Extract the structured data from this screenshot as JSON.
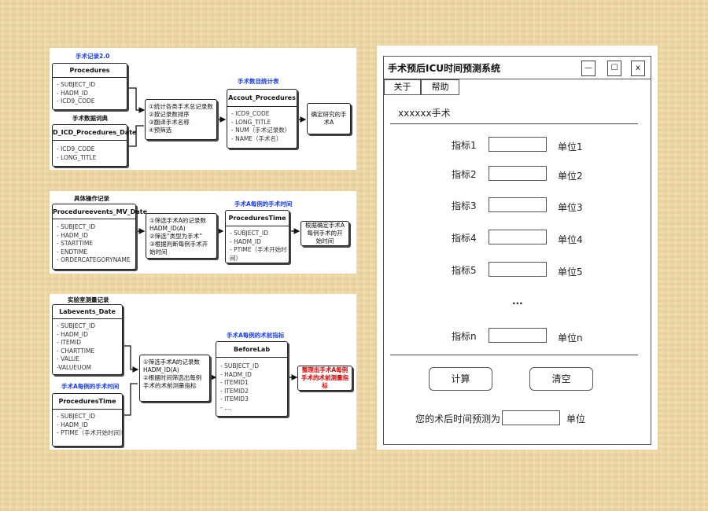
{
  "diagram1": {
    "title_label": "手术记录2.0",
    "procedures": {
      "title": "Procedures",
      "fields": [
        "- SUBJECT_ID",
        "- HADM_ID",
        "- ICD9_CODE"
      ]
    },
    "dict_label": "手术数据词典",
    "d_icd": {
      "title": "D_ICD_Procedures_Date",
      "fields": [
        "- ICD9_CODE",
        "- LONG_TITLE"
      ]
    },
    "steps": [
      "①统计各类手术总记录数",
      "②按记录数排序",
      "③翻译手术名称",
      "④预筛选"
    ],
    "stat_label": "手术数目统计表",
    "accout": {
      "title": "Accout_Procedures",
      "fields": [
        "- ICD9_CODE",
        "- LONG_TITLE",
        "- NUM（手术记录数）",
        "- NAME（手术名）"
      ]
    },
    "result": "确定研究的手术A"
  },
  "diagram2": {
    "title_label": "具体操作记录",
    "events": {
      "title": "Procedureevents_MV_Date",
      "fields": [
        "- SUBJECT_ID",
        "- HADM_ID",
        "- STARTTIME",
        "- ENDTIME",
        "- ORDERCATEGORYNAME"
      ]
    },
    "steps": [
      "①筛选手术A的记录数",
      "HADM_ID(A)",
      "②筛选“类型为手术”",
      "③根据判断每例手术开",
      "始时间"
    ],
    "time_label": "手术A每例的手术时间",
    "ptime": {
      "title": "ProceduresTime",
      "fields": [
        "- SUBJECT_ID",
        "- HADM_ID",
        "- PTIME（手术开始时",
        "间）"
      ]
    },
    "result": "根据确定手术A每例手术的开始时间"
  },
  "diagram3": {
    "title_label": "实验室测量记录",
    "labevents": {
      "title": "Labevents_Date",
      "fields": [
        "- SUBJECT_ID",
        "- HADM_ID",
        "- ITEMID",
        "- CHARTTIME",
        "- VALUE",
        "-VALUEUOM"
      ]
    },
    "time_label": "手术A每例的手术时间",
    "ptime": {
      "title": "ProceduresTime",
      "fields": [
        "- SUBJECT_ID",
        "- HADM_ID",
        "- PTIME（手术开始时间）"
      ]
    },
    "steps": [
      "①筛选手术A的记录数",
      "HADM_ID(A)",
      "②根据时间筛选出每例",
      "手术的术前测量指标"
    ],
    "before_label": "手术A每例的术前指标",
    "beforelab": {
      "title": "BeforeLab",
      "fields": [
        "- SUBJECT_ID",
        "- HADM_ID",
        "- ITEMID1",
        "- ITEMID2",
        "- ITEMID3",
        "- ...."
      ]
    },
    "result": "整理出手术A每例手术的术前测量指标"
  },
  "ui": {
    "window_title": "手术预后ICU时间预测系统",
    "btn_min": "—",
    "btn_max": "☐",
    "btn_close": "x",
    "menu": [
      "关于",
      "帮助"
    ],
    "surgery_label": "xxxxxx手术",
    "rows": [
      {
        "indicator": "指标1",
        "unit": "单位1"
      },
      {
        "indicator": "指标2",
        "unit": "单位2"
      },
      {
        "indicator": "指标3",
        "unit": "单位3"
      },
      {
        "indicator": "指标4",
        "unit": "单位4"
      },
      {
        "indicator": "指标5",
        "unit": "单位5"
      }
    ],
    "ellipsis": "...",
    "last_row": {
      "indicator": "指标n",
      "unit": "单位n"
    },
    "calc_label": "计算",
    "clear_label": "清空",
    "prediction_label": "您的术后时间预测为",
    "prediction_unit": "单位"
  },
  "colors": {
    "blue_label": "#1a3cff",
    "red_result": "#e00000",
    "background": "#eed9a8"
  }
}
